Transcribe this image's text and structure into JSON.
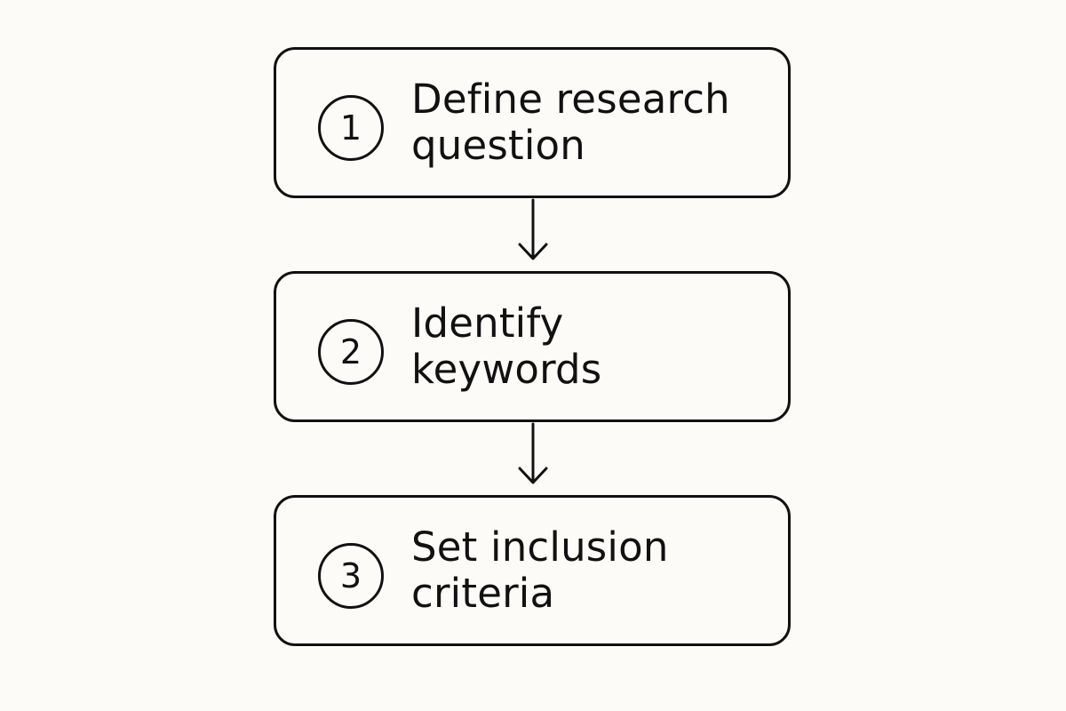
{
  "colors": {
    "background": "#fcfbf8",
    "stroke": "#111111",
    "text": "#111111"
  },
  "steps": [
    {
      "number": "1",
      "line1": "Define research",
      "line2": "question"
    },
    {
      "number": "2",
      "line1": "Identify",
      "line2": "keywords"
    },
    {
      "number": "3",
      "line1": "Set inclusion",
      "line2": "criteria"
    }
  ],
  "connectors": [
    {
      "from": "1",
      "to": "2",
      "icon": "arrow-down-icon"
    },
    {
      "from": "2",
      "to": "3",
      "icon": "arrow-down-icon"
    }
  ]
}
